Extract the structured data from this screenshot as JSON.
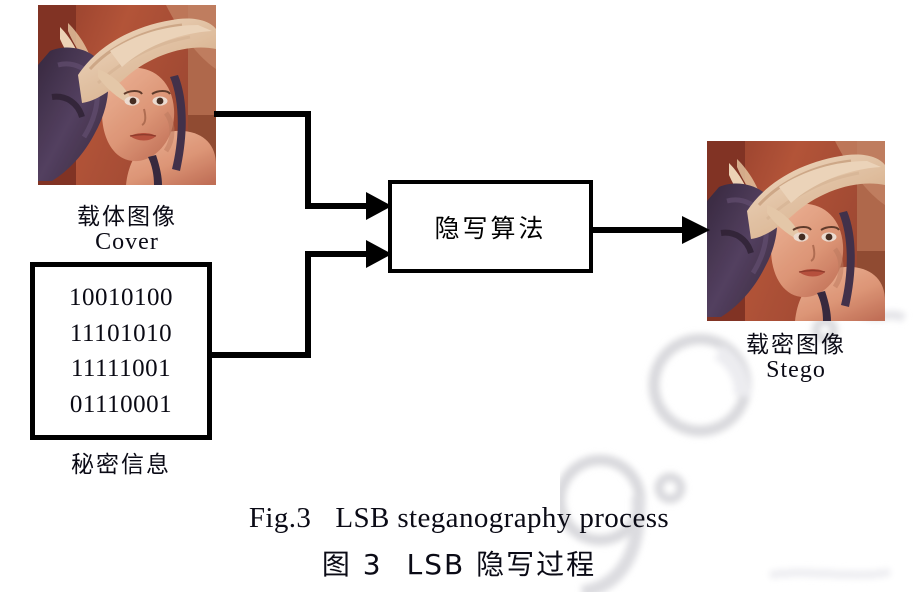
{
  "figure": {
    "caption_en": "Fig.3    LSB steganography process",
    "caption_cn": "图 3    LSB 隐写过程",
    "caption_en_prefix": "Fig.3",
    "caption_en_text": "LSB steganography process",
    "caption_cn_prefix": "图 3",
    "caption_cn_text": "LSB 隐写过程"
  },
  "nodes": {
    "cover": {
      "label_cn": "载体图像",
      "label_en": "Cover",
      "image_alt": "lena-cover-image"
    },
    "secret": {
      "label_cn": "秘密信息",
      "bits": [
        "10010100",
        "11101010",
        "11111001",
        "01110001"
      ]
    },
    "algorithm": {
      "label_cn": "隐写算法"
    },
    "stego": {
      "label_cn": "载密图像",
      "label_en": "Stego",
      "image_alt": "lena-stego-image"
    }
  },
  "edges": [
    {
      "name": "cover-to-algorithm",
      "from": "cover",
      "to": "algorithm"
    },
    {
      "name": "secret-to-algorithm",
      "from": "secret",
      "to": "algorithm"
    },
    {
      "name": "algorithm-to-stego",
      "from": "algorithm",
      "to": "stego"
    }
  ],
  "colors": {
    "stroke": "#000000",
    "text": "#0b0b16",
    "background": "#ffffff",
    "watermark": "#d8d8dc",
    "photo_skin": "#e9a184",
    "photo_hat": "#e8cfb4",
    "photo_hair": "#4a3d5e",
    "photo_bg": "#a84c36"
  },
  "watermark": {
    "text": "g.c"
  }
}
